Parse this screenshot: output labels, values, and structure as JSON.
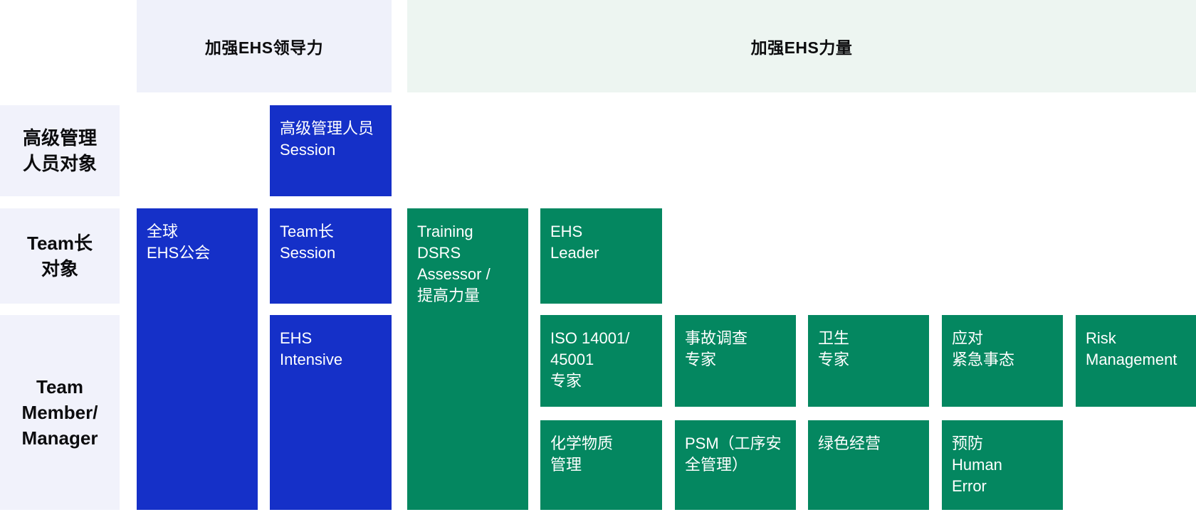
{
  "palette": {
    "blue": "#1530c8",
    "green": "#048760",
    "header_leadership_bg": "#eff1fa",
    "header_power_bg": "#edf5f1",
    "row_label_bg": "#f1f2fb",
    "box_text": "#ffffff",
    "label_text": "#0c0c0e"
  },
  "headers": [
    {
      "id": "leadership",
      "label": "加强EHS领导力"
    },
    {
      "id": "power",
      "label": "加强EHS力量"
    }
  ],
  "row_labels": [
    {
      "id": "senior-management",
      "lines": [
        "高级管理",
        "人员对象"
      ]
    },
    {
      "id": "team-lead",
      "lines": [
        "Team长",
        "对象"
      ]
    },
    {
      "id": "team-member-manager",
      "lines": [
        "Team",
        "Member/",
        "Manager"
      ]
    }
  ],
  "boxes": {
    "senior_session": {
      "color": "blue",
      "lines": [
        "高级管理人员",
        "Session"
      ]
    },
    "global_ehs": {
      "color": "blue",
      "lines": [
        "全球",
        "EHS公会"
      ]
    },
    "team_lead_session": {
      "color": "blue",
      "lines": [
        "Team长",
        "Session"
      ]
    },
    "ehs_intensive": {
      "color": "blue",
      "lines": [
        "EHS",
        "Intensive"
      ]
    },
    "training_dsrs": {
      "color": "green",
      "lines": [
        "Training",
        "DSRS",
        "Assessor /",
        "提高力量"
      ]
    },
    "ehs_leader": {
      "color": "green",
      "lines": [
        "EHS",
        "Leader"
      ]
    },
    "iso_expert": {
      "color": "green",
      "lines": [
        "ISO 14001/",
        "45001",
        "专家"
      ]
    },
    "incident_expert": {
      "color": "green",
      "lines": [
        "事故调查",
        "专家"
      ]
    },
    "hygiene_expert": {
      "color": "green",
      "lines": [
        "卫生",
        "专家"
      ]
    },
    "emergency": {
      "color": "green",
      "lines": [
        "应对",
        "紧急事态"
      ]
    },
    "risk_management": {
      "color": "green",
      "lines": [
        "Risk",
        "Management"
      ]
    },
    "chemical_mgmt": {
      "color": "green",
      "lines": [
        "化学物质",
        "管理"
      ]
    },
    "psm": {
      "color": "green",
      "lines": [
        "PSM（工序安",
        "全管理）"
      ]
    },
    "green_mgmt": {
      "color": "green",
      "lines": [
        "绿色经营"
      ]
    },
    "human_error": {
      "color": "green",
      "lines": [
        "预防",
        "Human",
        "Error"
      ]
    }
  }
}
